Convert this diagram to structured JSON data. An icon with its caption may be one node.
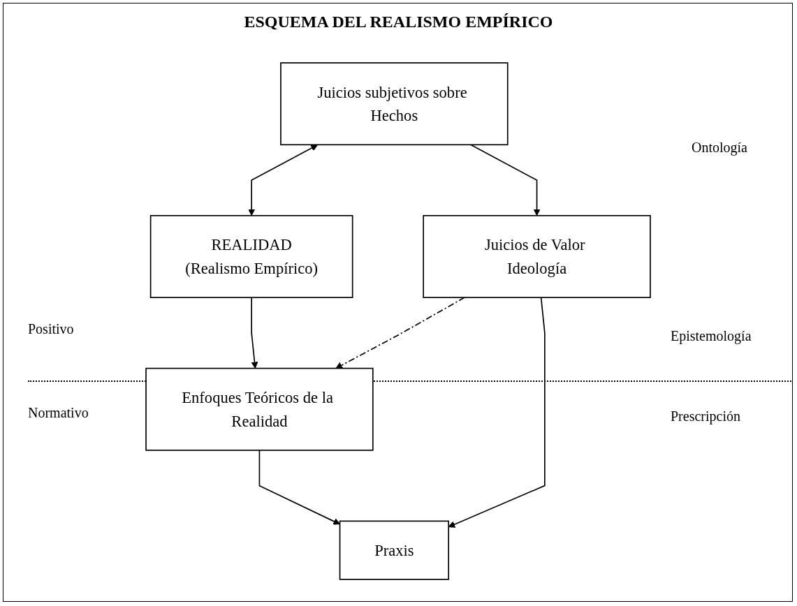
{
  "diagram": {
    "title": "ESQUEMA DEL REALISMO EMPÍRICO",
    "nodes": [
      {
        "text": [
          "REALIDAD",
          "(Realismo Empírico)"
        ]
      },
      {
        "text": [
          "Juicios subjetivos sobre Hechos"
        ]
      },
      {
        "text": [
          "Enfoques Teóricos de la Realidad"
        ]
      },
      {
        "text": [
          "Juicios de Valor Ideología"
        ]
      },
      {
        "text": [
          "Praxis"
        ]
      }
    ],
    "edges": [
      {
        "from": 1,
        "to": 0,
        "arrow": "both"
      },
      {
        "from": 0,
        "to": 2,
        "arrow": "to"
      },
      {
        "from": 1,
        "to": 3,
        "arrow": "to"
      },
      {
        "from": 3,
        "to": 2,
        "arrow": "to",
        "style": "dashed"
      },
      {
        "from": 2,
        "to": 4,
        "arrow": "to"
      },
      {
        "from": 3,
        "to": 4,
        "arrow": "to"
      }
    ],
    "labels": [
      "Ontología",
      "Positivo",
      "Epistemología",
      "Normativo",
      "Prescripción"
    ]
  }
}
